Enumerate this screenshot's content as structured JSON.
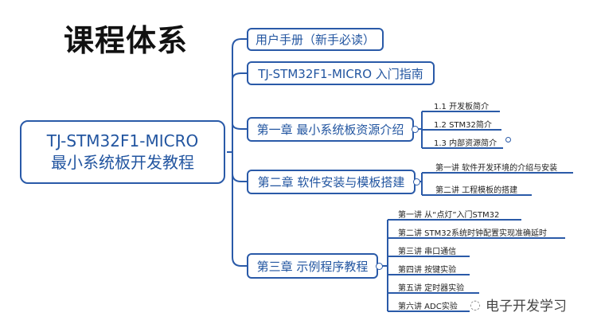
{
  "title": "课程体系",
  "root": {
    "line1": "TJ-STM32F1-MICRO",
    "line2": "最小系统板开发教程"
  },
  "branches": [
    {
      "label": "用户手册（新手必读）"
    },
    {
      "label": "TJ-STM32F1-MICRO 入门指南"
    },
    {
      "label": "第一章 最小系统板资源介绍",
      "children": [
        "1.1  开发板简介",
        "1.2  STM32简介",
        "1.3 内部资源简介"
      ]
    },
    {
      "label": "第二章 软件安装与模板搭建",
      "children": [
        "第一讲   软件开发环境的介绍与安装",
        "第二讲   工程模板的搭建"
      ]
    },
    {
      "label": "第三章 示例程序教程",
      "children": [
        "第一讲   从“点灯”入门STM32",
        "第二讲   STM32系统时钟配置实现准确延时",
        "第三讲   串口通信",
        "第四讲   按键实验",
        "第五讲   定时器实验",
        "第六讲   ADC实验"
      ]
    }
  ],
  "watermark": "电子开发学习",
  "colors": {
    "accent": "#2a5aa8"
  }
}
